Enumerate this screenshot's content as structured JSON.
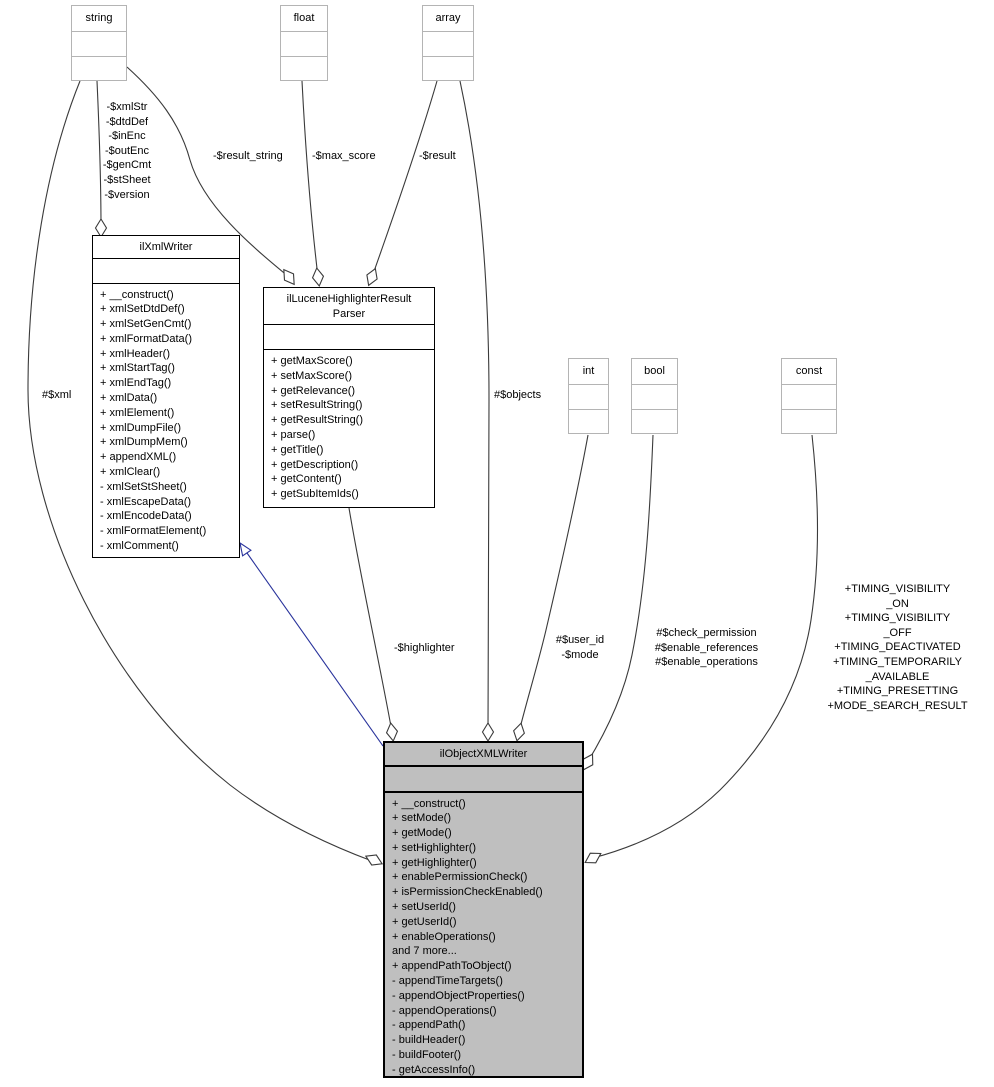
{
  "diagram": {
    "type": "uml-collaboration-diagram",
    "colors": {
      "background": "#ffffff",
      "node_fill": "#ffffff",
      "focus_node_fill": "#bfbfbf",
      "node_border": "#000000",
      "primitive_border": "#b4b4b4",
      "edge": "#3a3a3a",
      "inheritance_edge": "#28329b"
    },
    "classes": {
      "string": {
        "name": "string"
      },
      "float": {
        "name": "float"
      },
      "array": {
        "name": "array"
      },
      "int": {
        "name": "int"
      },
      "bool": {
        "name": "bool"
      },
      "const": {
        "name": "const"
      },
      "ilXmlWriter": {
        "name": "ilXmlWriter",
        "methods": [
          "+ __construct()",
          "+ xmlSetDtdDef()",
          "+ xmlSetGenCmt()",
          "+ xmlFormatData()",
          "+ xmlHeader()",
          "+ xmlStartTag()",
          "+ xmlEndTag()",
          "+ xmlData()",
          "+ xmlElement()",
          "+ xmlDumpFile()",
          "+ xmlDumpMem()",
          "+ appendXML()",
          "+ xmlClear()",
          "- xmlSetStSheet()",
          "- xmlEscapeData()",
          "- xmlEncodeData()",
          "- xmlFormatElement()",
          "- xmlComment()"
        ]
      },
      "ilLuceneHighlighterResultParser": {
        "name_lines": [
          "ilLuceneHighlighterResult",
          "Parser"
        ],
        "methods": [
          "+ getMaxScore()",
          "+ setMaxScore()",
          "+ getRelevance()",
          "+ setResultString()",
          "+ getResultString()",
          "+ parse()",
          "+ getTitle()",
          "+ getDescription()",
          "+ getContent()",
          "+ getSubItemIds()"
        ]
      },
      "ilObjectXMLWriter": {
        "name": "ilObjectXMLWriter",
        "methods": [
          "+ __construct()",
          "+ setMode()",
          "+ getMode()",
          "+ setHighlighter()",
          "+ getHighlighter()",
          "+ enablePermissionCheck()",
          "+ isPermissionCheckEnabled()",
          "+ setUserId()",
          "+ getUserId()",
          "+ enableOperations()",
          "and 7 more...",
          "+ appendPathToObject()",
          "- appendTimeTargets()",
          "- appendObjectProperties()",
          "- appendOperations()",
          "- appendPath()",
          "- buildHeader()",
          "- buildFooter()",
          "- getAccessInfo()"
        ]
      }
    },
    "edge_labels": {
      "string_to_ilxmlwriter": [
        "-$xmlStr",
        "-$dtdDef",
        "-$inEnc",
        "-$outEnc",
        "-$genCmt",
        "-$stSheet",
        "-$version"
      ],
      "string_to_ilobjectxmlwriter": "#$xml",
      "string_to_parser": "-$result_string",
      "float_to_parser": "-$max_score",
      "array_to_parser": "-$result",
      "array_to_ilobjectxmlwriter": "#$objects",
      "parser_to_ilobjectxmlwriter": "-$highlighter",
      "int_to_ilobjectxmlwriter": [
        "#$user_id",
        "-$mode"
      ],
      "bool_to_ilobjectxmlwriter": [
        "#$check_permission",
        "#$enable_references",
        "#$enable_operations"
      ],
      "const_to_ilobjectxmlwriter": [
        "+TIMING_VISIBILITY",
        "_ON",
        "+TIMING_VISIBILITY",
        "_OFF",
        "+TIMING_DEACTIVATED",
        "+TIMING_TEMPORARILY",
        "_AVAILABLE",
        "+TIMING_PRESETTING",
        "+MODE_SEARCH_RESULT"
      ]
    }
  }
}
